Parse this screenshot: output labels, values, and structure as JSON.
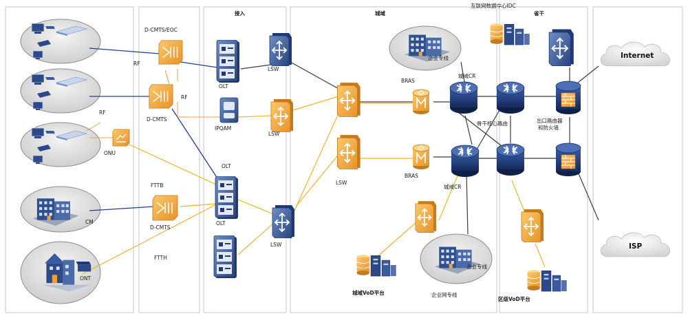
{
  "zones": {
    "access": "接入",
    "metro": "城域",
    "idc": "互联网数据中心IDC",
    "province": "省干"
  },
  "labels": {
    "dcmts_eoc": "D-CMTS/EOC",
    "rf1": "RF",
    "rf2": "RF",
    "rf3": "RF",
    "dcmts1": "D-CMTS",
    "onu": "ONU",
    "fttb": "FTTB",
    "dcmts2": "D-CMTS",
    "cm": "CM",
    "ftth": "FTTH",
    "ont": "ONT",
    "olt1": "OLT",
    "ipqam": "IPQAM",
    "olt2": "OLT",
    "olt3": "OLT",
    "lsw1": "LSW",
    "lsw2": "LSW",
    "lsw3": "LSW",
    "lsw4": "LSW",
    "bras1": "BRAS",
    "bras2": "BRAS",
    "enterprise1": "企业专线",
    "metro_cr1": "城域CR",
    "metro_cr2": "城域CR",
    "backbone": "骨干核心路由",
    "egress1": "出口路由器",
    "egress2": "和防火墙",
    "enterprise2": "企业专线",
    "metro_vod": "城域VoD平台",
    "ent_net": "企业网专线",
    "region_vod": "区级VoD平台",
    "internet": "Internet",
    "isp": "ISP"
  },
  "colors": {
    "blue_line": "#1d3d99",
    "yellow_line": "#f5b324",
    "black_line": "#3a3a3a",
    "orange_device": "#f0a030",
    "blue_device": "#2c4a8a"
  }
}
